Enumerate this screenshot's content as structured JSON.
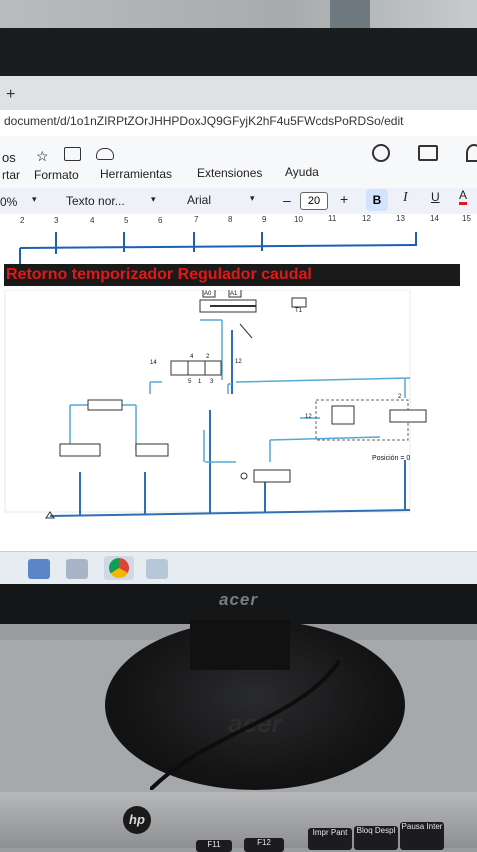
{
  "browser": {
    "new_tab_glyph": "+",
    "url": "document/d/1o1nZIRPtZOrJHHPDoxJQ9GFyjK2hF4u5FWcdsPoRDSo/edit",
    "menu_left_fragment_top": "os",
    "menu_left_fragment": "rtar",
    "menus": [
      "Formato",
      "Herramientas",
      "Extensiones",
      "Ayuda"
    ]
  },
  "toolbar": {
    "zoom": "0%",
    "style": "Texto nor...",
    "font": "Arial",
    "minus": "–",
    "font_size": "20",
    "plus": "+",
    "bold": "B",
    "italic": "I",
    "underline": "U",
    "text_color": "A"
  },
  "ruler": {
    "ticks": [
      "2",
      "3",
      "4",
      "5",
      "6",
      "7",
      "8",
      "9",
      "10",
      "11",
      "12",
      "13",
      "14",
      "15"
    ]
  },
  "document": {
    "banner": "Retorno temporizador Regulador caudal",
    "banner_color": "#e01818",
    "diagram": {
      "labels": {
        "a0": "A0",
        "a1": "A1",
        "port_14": "14",
        "port_4": "4",
        "port_2": "2",
        "port_12": "12",
        "port_5": "5",
        "port_1": "1",
        "port_3": "3",
        "t1": "T1",
        "timer_12": "12",
        "timer_2": "2",
        "position": "Posición = 0"
      },
      "line_color": "#2f6fb5"
    }
  },
  "monitor": {
    "brand": "acer",
    "base_logo": "acer"
  },
  "laptop": {
    "logo": "hp",
    "keys": [
      "F11",
      "F12",
      "Impr Pant",
      "Bloq Despl",
      "Pausa Inter"
    ]
  }
}
